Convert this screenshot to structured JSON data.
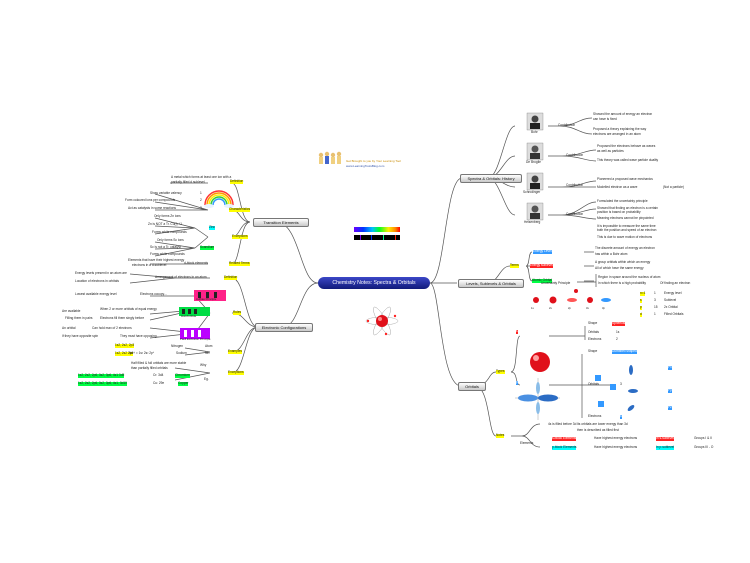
{
  "central": "Chemistry Notes: Spectra & Orbitals",
  "title_banner": {
    "line1": "Get Brought to you by Your Learning Tool",
    "line2": "www.LearningToolsBlog.com"
  },
  "branches": {
    "transition": "Transition Elements",
    "electron_config": "Electronic Configurations",
    "history": "Spectra & Orbitals: History",
    "levels": "Levels, Sublevels & Orbitals",
    "orbitals": "Orbitals"
  },
  "transition": {
    "definition_label": "Definition",
    "definition_text": [
      "A metal which forms at least one ion with a",
      "partially filled d sublevel"
    ],
    "characteristics_label": "Characteristics",
    "char1": "Show variable valency",
    "char1_num": "1",
    "char2": "Form coloured ions per compounds",
    "char2_num": "2",
    "char3": "Act as catalysts in some reactions",
    "char3_num": "3",
    "exceptions_label": "Exceptions",
    "exc1": "Only forms Zn ions",
    "exc2": "Zn is NOT a Tr. Cu(I) +1",
    "exc3": "Forms white compounds",
    "exc4": "Only forms Sc ions",
    "exc5": "Sc is not a Tr. catalyst",
    "exc6": "Forms white compounds",
    "zinc": "Zinc",
    "scandium": "Scandium",
    "related_label": "Related Terms",
    "related_text": [
      "Elements that have their highest energy",
      "electrons in a d-sublevel"
    ],
    "dblock": "d-block elements"
  },
  "electron": {
    "definition_label": "Definition",
    "definition_text": "Arrangement of electrons in an atom",
    "levels_text": [
      "Energy levels present in an atom are",
      "Location of electrons in orbitals"
    ],
    "rules_label": "Rules",
    "aufbau_title": "Lowest available energy level",
    "aufbau_rule": "Electrons occupy...",
    "aufbau": "Aufbau Principle",
    "hunds_available": "Are available",
    "hunds_text": "When 2 or more orbitals of equal energy",
    "hunds_fill": "Filling them in pairs",
    "hunds_single": "Electrons fill them singly before",
    "hunds": "Hund's Rule",
    "pauli_text": "Pauli Exclusion Principle",
    "pauli_orbital": "An orbital",
    "pauli_max": "Can hold max of 2 electrons",
    "pauli_spin": "If they have opposite spin",
    "pauli_must": "They must have opposing...",
    "examples_label": "Examples",
    "ex_nitrogen": "Nitrogen",
    "ex_atom": "Atom",
    "ex_n1": "1s2, 2s2, 2p3",
    "ex_n2": "1s2, 2s2 2p6",
    "ex_na": "Sodium",
    "ex_na_cfg": "Na+ = 1s² 2s² 2p⁶",
    "ex_ion": "Ion",
    "exceptions_label": "Exceptions",
    "exc_why": "Why",
    "exc_half": "Half filled & full orbitals are more stable",
    "exc_partial": "than partially filled orbitals",
    "exc_cr_cfg": "1s2, 2s2, 2p6, 3s2, 3p6, 4s1 3d5",
    "exc_cr": "Cr: 3d4",
    "exc_chromium": "Chromium",
    "exc_cu_cfg": "1s2, 2s2, 2p6, 3s2, 3p6, 4s1, 3d10",
    "exc_cu": "Cu: 29e",
    "exc_copper": "Copper",
    "exc_eg": "Eg."
  },
  "history": {
    "bohr": "Bohr",
    "bohr_label": "Contribution",
    "bohr1": [
      "Showed the amount of energy an electron",
      "can have is fixed"
    ],
    "bohr2": [
      "Proposed a theory explaining the way",
      "electrons are arranged in an atom"
    ],
    "debroglie": "De Broglie",
    "debroglie_label": "Contribution",
    "db1": [
      "Proposed the electrons behave as waves",
      "as well as particles"
    ],
    "db2": "This theory was called wave particle duality",
    "schrodinger": "Schrodinger",
    "sch_label": "Contribution",
    "sch1": "Pioneered a proposed wave mechanics",
    "sch2": "Modelled electron as a wave",
    "sch3": "(Not a particle)",
    "heisenberg": "Heisenberg",
    "heis_label": "Contribution",
    "heis1": "Formulated the uncertainty principle",
    "heis2": [
      "Showed that finding an electron is a certain",
      "position is based on probability"
    ],
    "heis3": "Meaning electrons cannot be pinpointed",
    "heis4": [
      "It is impossible to measure the same time",
      "both the position and speed of an electron"
    ],
    "heis5": "This is due to wave motion of electrons",
    "uncertainty": "Uncertainty Principle"
  },
  "levels": {
    "terms_label": "Terms",
    "energy_level": "Energy Level",
    "el_text": [
      "The discrete amount of energy an electron",
      "has within a Bohr atom"
    ],
    "energy_sublevel": "Energy sublevel",
    "esl_text1": "A group orbitals within which an energy",
    "esl_text2": "All of which have the same energy",
    "atomic_orbital": "Atomic Orbital",
    "ao_text1": "Region in space around the nucleus of atom",
    "ao_text2": "In which there is a high probability",
    "ao_finding": "Of finding an electron",
    "nums": [
      "n=1",
      "s",
      "p",
      "d"
    ],
    "num_labels": [
      "Energy level",
      "Sublevel",
      "2x Orbital",
      "Filled Orbitals"
    ],
    "num_vals": [
      "1",
      "3",
      "15",
      "1"
    ],
    "diagram_labels": [
      "1s",
      "2s",
      "2p",
      "3s",
      "3p"
    ]
  },
  "orbitals": {
    "types_label": "Types",
    "s_label": "s",
    "shape_label": "Shape",
    "s_shape": "Spherical",
    "s_orbitals": "Orbitals",
    "s_orb_val": "1s",
    "s_electrons": "Electrons",
    "s_e_val": "2",
    "p_label": "p",
    "p_shape": "Dumbbell shaped",
    "p_orbitals": "Orbitals",
    "p_orb_val": "3",
    "p_electrons": "Electrons",
    "p_e_val": "6",
    "px": "Px",
    "py": "Py",
    "pz": "Pz",
    "notes_label": "Notes",
    "note1": "4s is filled before 3d",
    "note2": [
      "Its orbitals are lower energy than 3d",
      "then is described as filled first"
    ],
    "elements_label": "Elements",
    "s_block": "s-block Elements",
    "s_text": "Have highest energy electrons",
    "s_in": "In s-sublevel",
    "s_groups": "Groups I & II",
    "p_block": "p-block Elements",
    "p_text": "Have highest energy electrons",
    "p_in": "In p-sublevel",
    "p_groups": "Groups III - O"
  }
}
